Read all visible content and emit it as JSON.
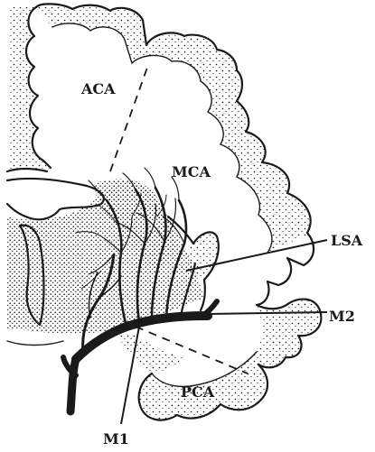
{
  "labels": {
    "aca": "ACA",
    "mca": "MCA",
    "pca": "PCA",
    "lsa": "LSA",
    "m1": "M1",
    "m2": "M2"
  },
  "colors": {
    "ink": "#1a1a1a",
    "background": "#ffffff"
  }
}
